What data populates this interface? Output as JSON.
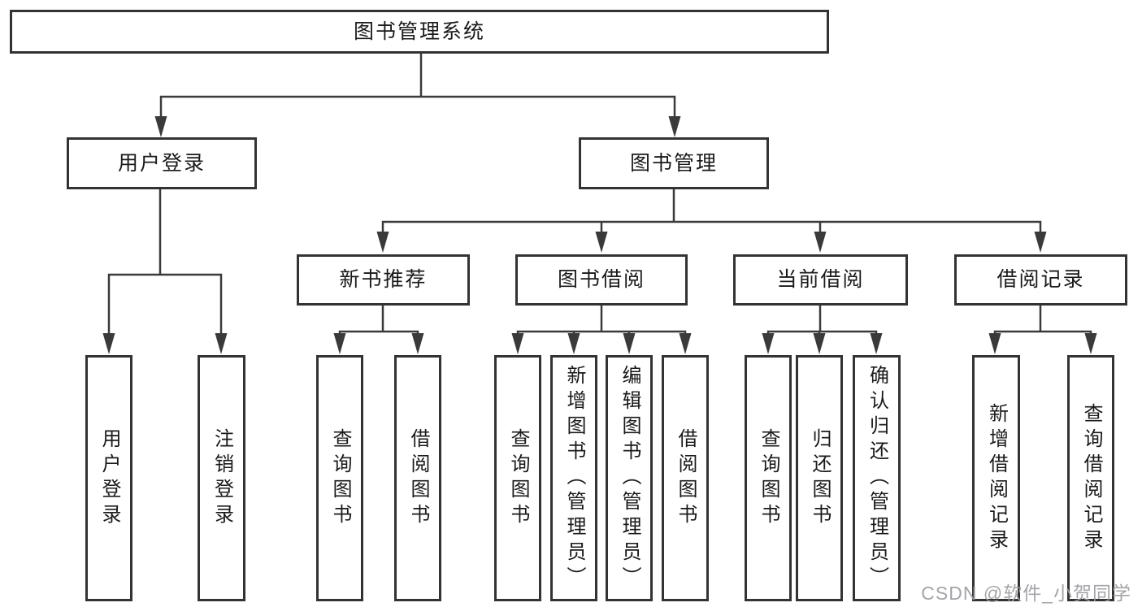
{
  "diagram": {
    "type": "hierarchy-tree",
    "title": "图书管理系统",
    "watermark": "CSDN @软件_小贺同学",
    "colors": {
      "background": "#ffffff",
      "line": "#3a3a3a",
      "box_border": "#333333",
      "text": "#1a1a1a",
      "watermark": "#9b9ba0"
    }
  },
  "nodes": {
    "root": "图书管理系统",
    "user_login": "用户登录",
    "book_management": "图书管理",
    "new_book_recommend": "新书推荐",
    "book_borrowing": "图书借阅",
    "current_borrowing": "当前借阅",
    "borrowing_records": "借阅记录",
    "leaf_user_login": "用户登录",
    "leaf_logout": "注销登录",
    "leaf_query_book_a": "查询图书",
    "leaf_borrow_book_a": "借阅图书",
    "leaf_query_book_b": "查询图书",
    "leaf_add_book_admin": "新增图书（管理员）",
    "leaf_edit_book_admin": "编辑图书（管理员）",
    "leaf_borrow_book_b": "借阅图书",
    "leaf_query_book_c": "查询图书",
    "leaf_return_book": "归还图书",
    "leaf_confirm_return_admin": "确认归还（管理员）",
    "leaf_add_borrow_record": "新增借阅记录",
    "leaf_query_borrow_record": "查询借阅记录"
  },
  "edges": [
    {
      "from": "图书管理系统",
      "to": [
        "用户登录",
        "图书管理"
      ]
    },
    {
      "from": "用户登录",
      "to": [
        "用户登录",
        "注销登录"
      ]
    },
    {
      "from": "图书管理",
      "to": [
        "新书推荐",
        "图书借阅",
        "当前借阅",
        "借阅记录"
      ]
    },
    {
      "from": "新书推荐",
      "to": [
        "查询图书",
        "借阅图书"
      ]
    },
    {
      "from": "图书借阅",
      "to": [
        "查询图书",
        "新增图书（管理员）",
        "编辑图书（管理员）",
        "借阅图书"
      ]
    },
    {
      "from": "当前借阅",
      "to": [
        "查询图书",
        "归还图书",
        "确认归还（管理员）"
      ]
    },
    {
      "from": "借阅记录",
      "to": [
        "新增借阅记录",
        "查询借阅记录"
      ]
    }
  ]
}
